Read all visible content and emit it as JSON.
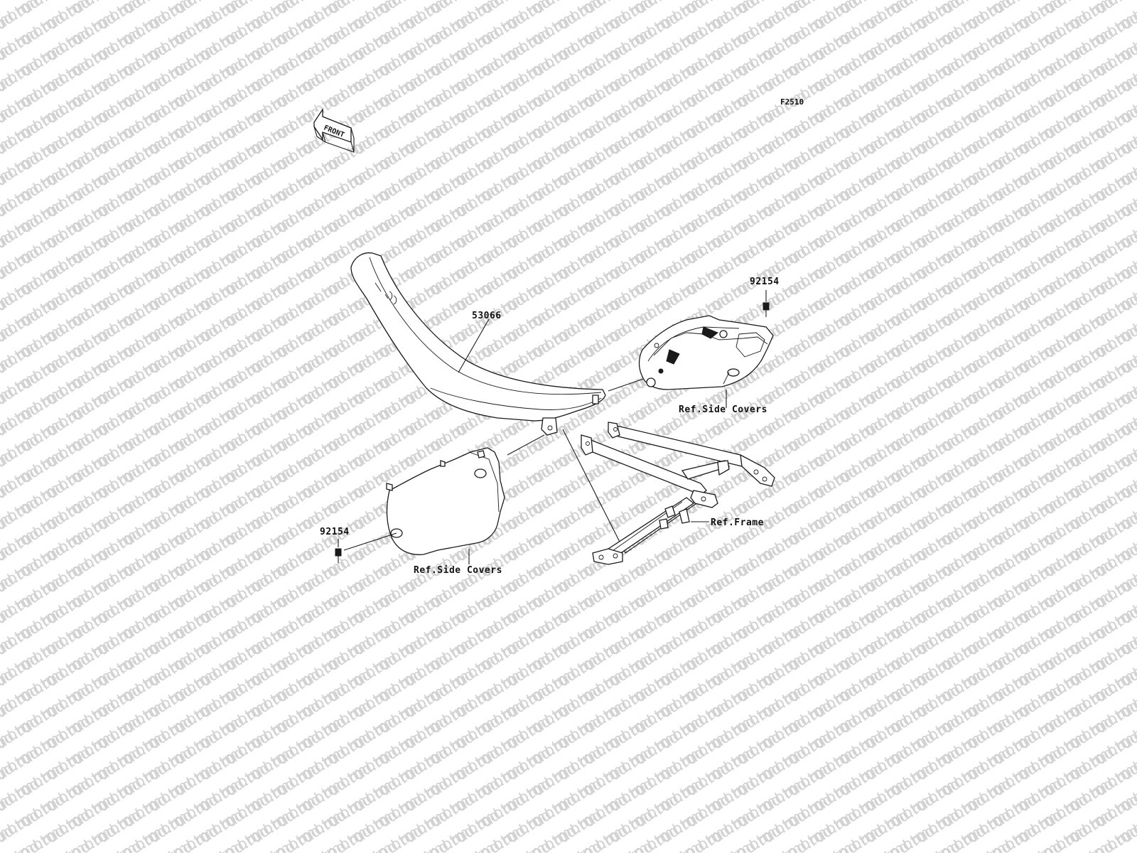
{
  "diagram": {
    "code": "F2510",
    "front_arrow_label": "FRONT",
    "watermark_text": "motod.ru",
    "parts": {
      "seat": "53066",
      "bolt_right": "92154",
      "bolt_left": "92154"
    },
    "references": {
      "side_covers_right": "Ref.Side Covers",
      "side_covers_left": "Ref.Side Covers",
      "frame": "Ref.Frame"
    }
  }
}
